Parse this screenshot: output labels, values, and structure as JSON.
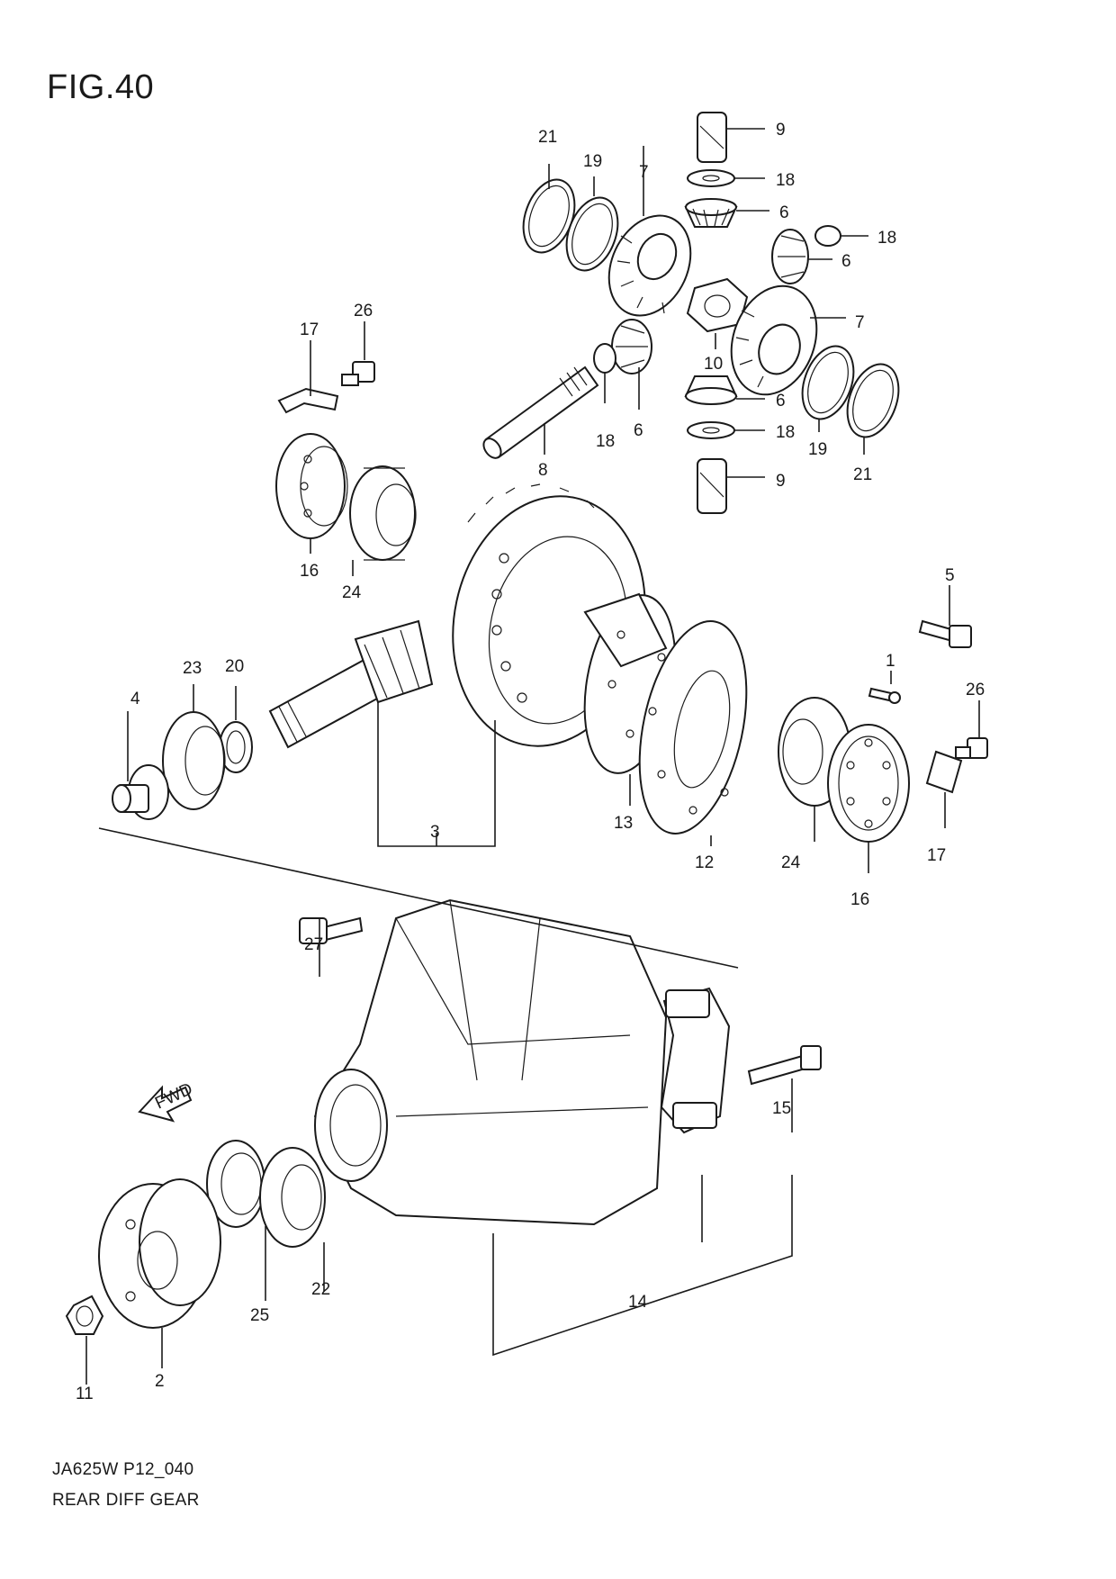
{
  "figure": {
    "title": "FIG.40",
    "code": "JA625W P12_040",
    "name": "REAR DIFF GEAR"
  },
  "callouts": [
    "1",
    "2",
    "3",
    "4",
    "5",
    "6",
    "7",
    "8",
    "9",
    "10",
    "11",
    "12",
    "13",
    "14",
    "15",
    "16",
    "17",
    "18",
    "19",
    "20",
    "21",
    "22",
    "23",
    "24",
    "25",
    "26",
    "27"
  ],
  "direction_marker": {
    "text": "FWD",
    "icon": "arrow-left-icon"
  },
  "colors": {
    "ink": "#1a1a1a",
    "paper": "#ffffff"
  }
}
